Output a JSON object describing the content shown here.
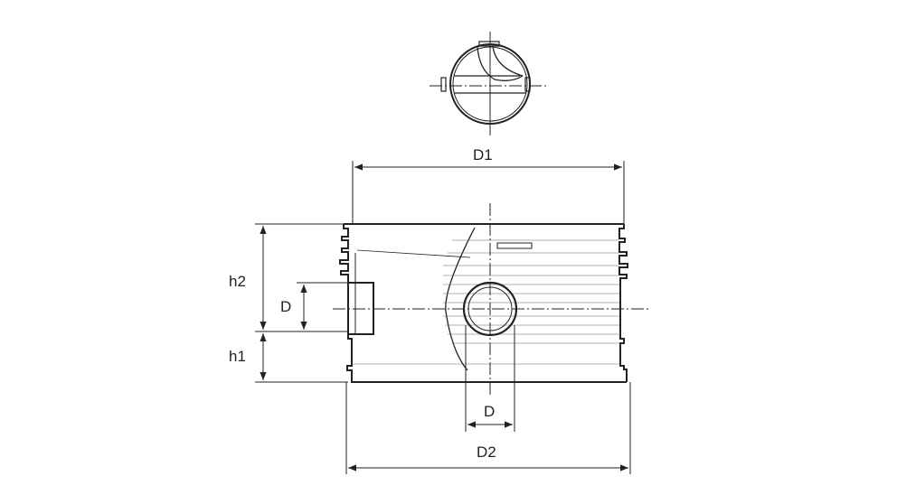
{
  "labels": {
    "d1": "D1",
    "d2": "D2",
    "h1": "h1",
    "h2": "h2",
    "d_side": "D",
    "d_bottom": "D"
  },
  "colors": {
    "line": "#222222",
    "background": "#ffffff"
  }
}
